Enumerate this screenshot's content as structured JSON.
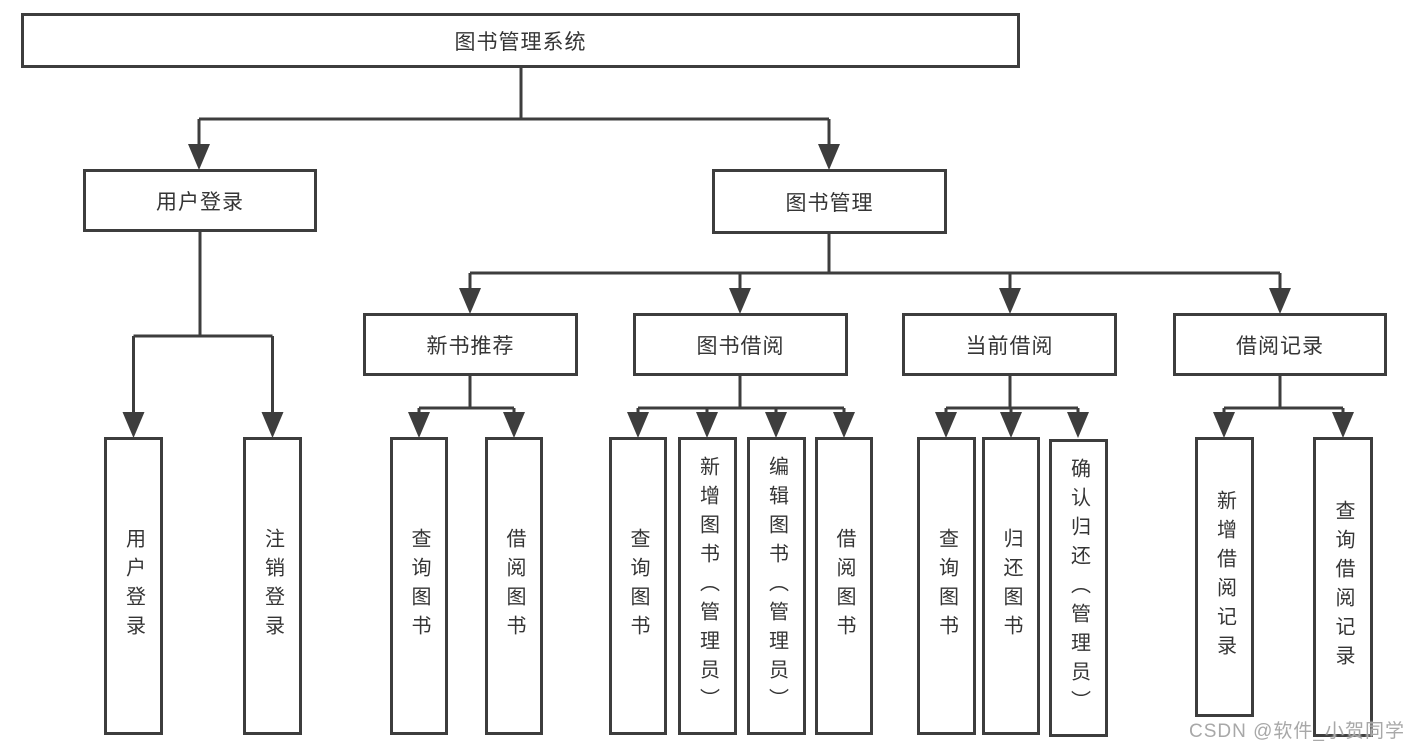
{
  "tree": {
    "root": "图书管理系统",
    "user_branch": {
      "label": "用户登录",
      "children": [
        "用户登录",
        "注销登录"
      ]
    },
    "mgmt_branch": {
      "label": "图书管理",
      "groups": [
        {
          "label": "新书推荐",
          "children": [
            "查询图书",
            "借阅图书"
          ]
        },
        {
          "label": "图书借阅",
          "children": [
            "查询图书",
            "新增图书（管理员）",
            "编辑图书（管理员）",
            "借阅图书"
          ]
        },
        {
          "label": "当前借阅",
          "children": [
            "查询图书",
            "归还图书",
            "确认归还（管理员）"
          ]
        },
        {
          "label": "借阅记录",
          "children": [
            "新增借阅记录",
            "查询借阅记录"
          ]
        }
      ]
    }
  },
  "watermark": "CSDN @软件_小贺同学",
  "colors": {
    "line": "#3d3d3d",
    "text": "#353535",
    "watermark": "#a8a8a8",
    "background": "#ffffff"
  }
}
